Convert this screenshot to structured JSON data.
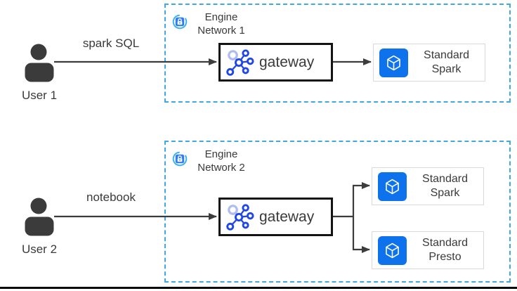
{
  "diagram": {
    "flows": [
      {
        "user_label": "User 1",
        "request_label": "spark SQL",
        "network_title": "Engine Network 1",
        "gateway_label": "gateway",
        "engines": [
          "Standard Spark"
        ]
      },
      {
        "user_label": "User 2",
        "request_label": "notebook",
        "network_title": "Engine Network 2",
        "gateway_label": "gateway",
        "engines": [
          "Standard Spark",
          "Standard Presto"
        ]
      }
    ],
    "icons": {
      "lock": "lock-badge-icon",
      "gateway": "network-graph-icon",
      "engine": "cube-icon",
      "user": "person-icon"
    },
    "colors": {
      "network_border": "#41a9e1",
      "lock_ring": "#3fb3ee",
      "lock_square": "#2f7df6",
      "gateway_icon_blue": "#1f46e8",
      "gateway_icon_light": "#aebcf0",
      "engine_icon_bg": "#0e72ec",
      "engine_box_border": "#d9d9d9",
      "gateway_box_border": "#141414",
      "text": "#3a3a3a",
      "arrow": "#3c3c3c"
    }
  }
}
